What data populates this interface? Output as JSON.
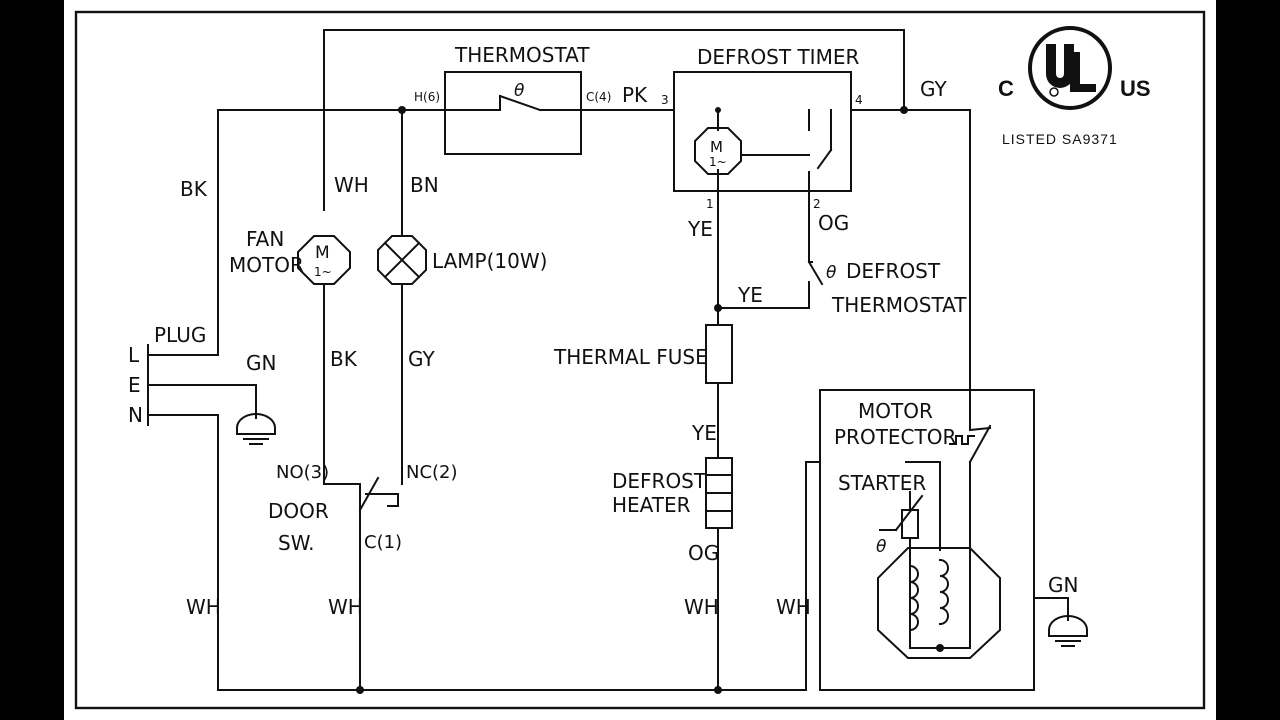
{
  "diagram": {
    "thermostat": {
      "label": "THERMOSTAT",
      "term_h": "H(6)",
      "term_c": "C(4)"
    },
    "defrost_timer": {
      "label": "DEFROST TIMER",
      "t3": "3",
      "t4": "4",
      "t1": "1",
      "t2": "2"
    },
    "motor_symbol": {
      "m": "M",
      "phase": "1~"
    },
    "fan_motor": {
      "line1": "FAN",
      "line2": "MOTOR"
    },
    "lamp": {
      "label": "LAMP(10W)"
    },
    "plug": {
      "label": "PLUG",
      "pin_l": "L",
      "pin_e": "E",
      "pin_n": "N"
    },
    "door_switch": {
      "line1": "DOOR",
      "line2": "SW.",
      "no": "NO(3)",
      "nc": "NC(2)",
      "c": "C(1)"
    },
    "thermal_fuse": {
      "label": "THERMAL FUSE"
    },
    "defrost_heater": {
      "line1": "DEFROST",
      "line2": "HEATER"
    },
    "defrost_thermostat": {
      "line1": "DEFROST",
      "line2": "THERMOSTAT"
    },
    "motor_protector": {
      "line1": "MOTOR",
      "line2": "PROTECTOR"
    },
    "starter": {
      "label": "STARTER"
    },
    "theta": "θ",
    "wires": {
      "bk": "BK",
      "wh": "WH",
      "bn": "BN",
      "gn": "GN",
      "gy": "GY",
      "pk": "PK",
      "ye": "YE",
      "og": "OG"
    },
    "ul_mark": {
      "left": "C",
      "right": "US",
      "listed": "LISTED  SA9371"
    }
  }
}
